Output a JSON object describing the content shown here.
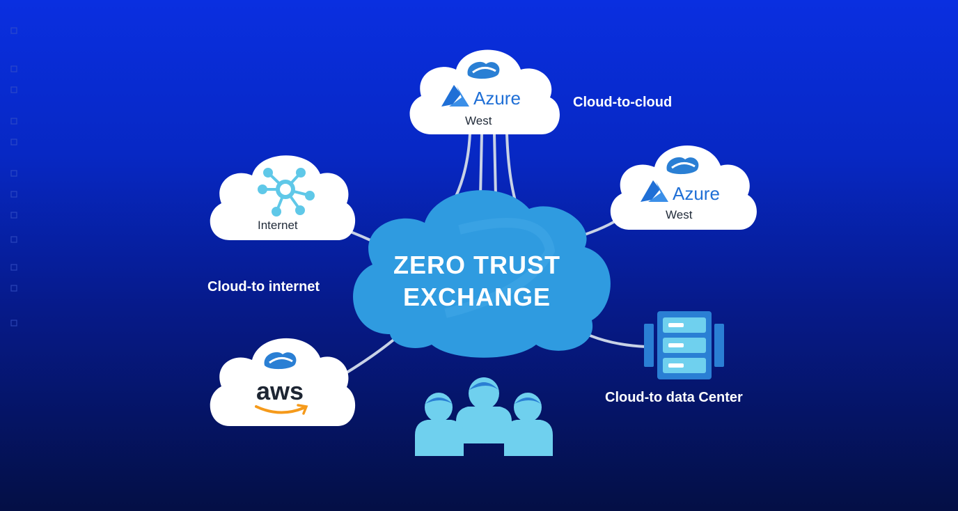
{
  "center": {
    "line1": "ZERO TRUST",
    "line2": "EXCHANGE"
  },
  "clouds": {
    "azure_top": {
      "brand": "Azure",
      "region": "West"
    },
    "azure_right": {
      "brand": "Azure",
      "region": "West"
    },
    "internet": {
      "label": "Internet"
    },
    "aws": {
      "brand": "aws"
    }
  },
  "labels": {
    "cloud_to_cloud": "Cloud-to-cloud",
    "cloud_to_internet": "Cloud-to internet",
    "cloud_to_datacenter": "Cloud-to data Center"
  },
  "colors": {
    "background_top": "#0a2fe0",
    "background_bottom": "#040f45",
    "center_cloud": "#2f9be0",
    "icon_blue": "#2a7fd4",
    "icon_light": "#5fc8e8",
    "aws_orange": "#f59a1b"
  },
  "icons": [
    "zscaler-logo-icon",
    "azure-logo-icon",
    "network-hub-icon",
    "server-rack-icon",
    "users-group-icon",
    "amazon-smile-icon"
  ]
}
